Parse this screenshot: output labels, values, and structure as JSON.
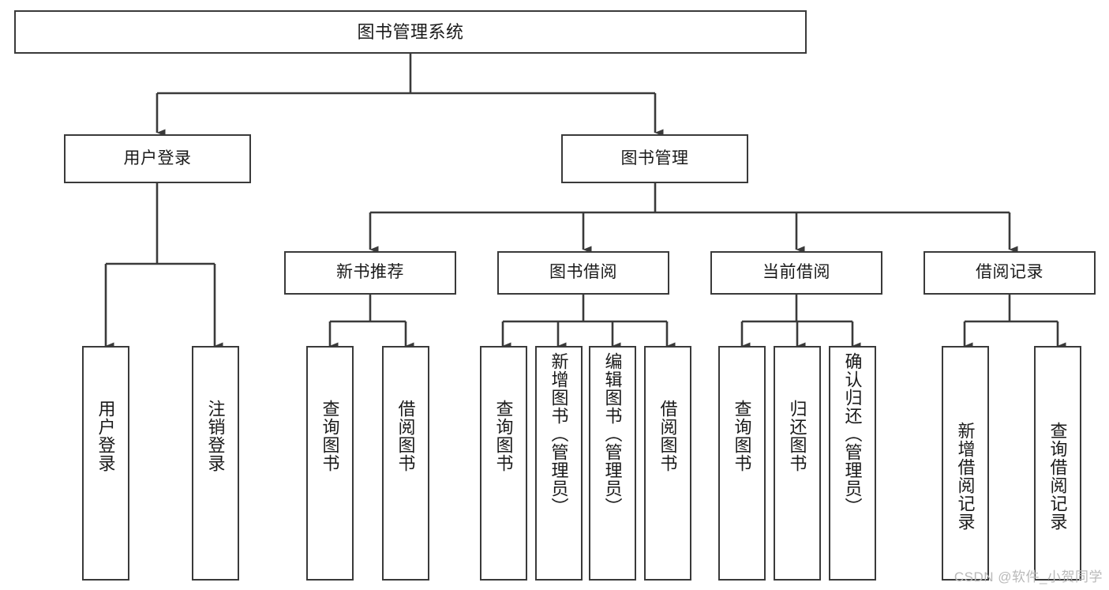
{
  "diagram": {
    "type": "hierarchy-tree",
    "title": "图书管理系统",
    "watermark": "CSDN @软件_小贺同学",
    "line_color": "#3a3a3a",
    "background_color": "#ffffff",
    "levels": {
      "root": {
        "label": "图书管理系统"
      },
      "level2": [
        {
          "label": "用户登录"
        },
        {
          "label": "图书管理"
        }
      ],
      "level3": [
        {
          "label": "新书推荐"
        },
        {
          "label": "图书借阅"
        },
        {
          "label": "当前借阅"
        },
        {
          "label": "借阅记录"
        }
      ],
      "leaves": {
        "user_login": [
          {
            "label": "用户登录"
          },
          {
            "label": "注销登录"
          }
        ],
        "new_book_recommend": [
          {
            "label": "查询图书"
          },
          {
            "label": "借阅图书"
          }
        ],
        "book_borrow": [
          {
            "label": "查询图书"
          },
          {
            "label": "新增图书（管理员）"
          },
          {
            "label": "编辑图书（管理员）"
          },
          {
            "label": "借阅图书"
          }
        ],
        "current_borrow": [
          {
            "label": "查询图书"
          },
          {
            "label": "归还图书"
          },
          {
            "label": "确认归还（管理员）"
          }
        ],
        "borrow_record": [
          {
            "label": "新增借阅记录"
          },
          {
            "label": "查询借阅记录"
          }
        ]
      }
    }
  }
}
